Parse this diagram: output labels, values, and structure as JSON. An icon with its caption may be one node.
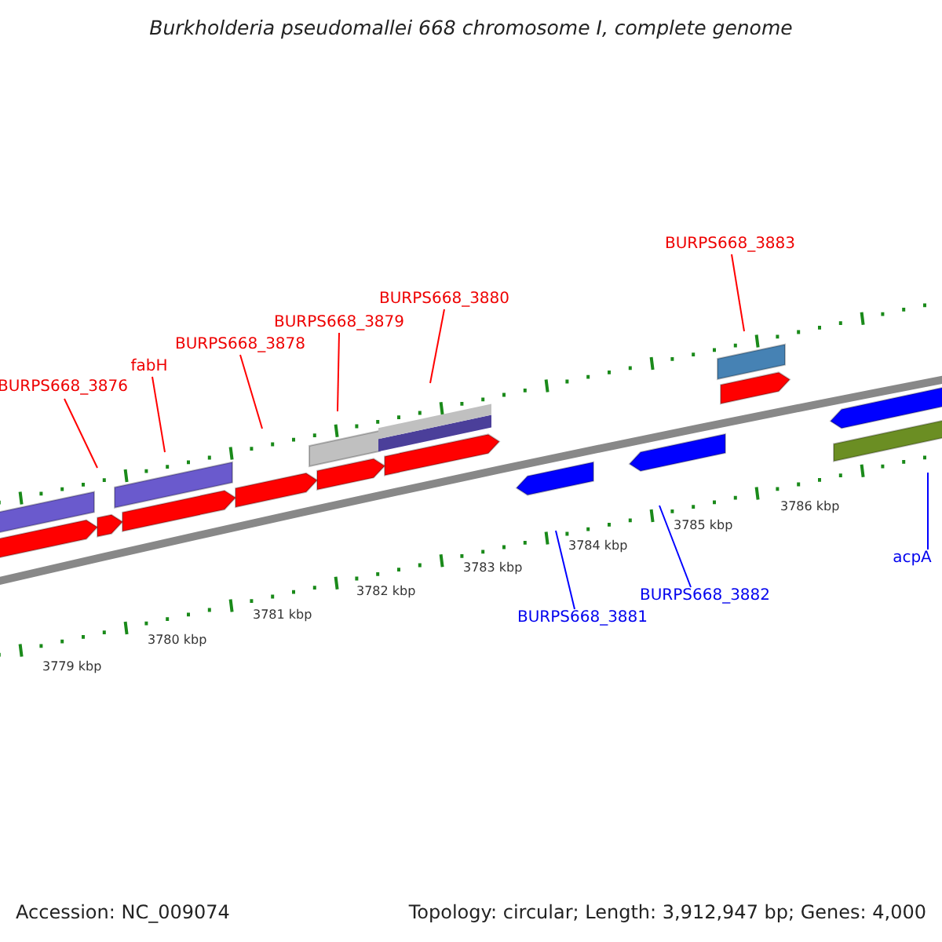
{
  "diagram": {
    "title": "Burkholderia pseudomallei 668 chromosome I, complete genome",
    "nodes": [
      {
        "text": [
          "BURPS668_3876"
        ]
      },
      {
        "text": [
          "fabH"
        ]
      },
      {
        "text": [
          "BURPS668_3878"
        ]
      },
      {
        "text": [
          "BURPS668_3879"
        ]
      },
      {
        "text": [
          "BURPS668_3880"
        ]
      },
      {
        "text": [
          "BURPS668_3883"
        ]
      },
      {
        "text": [
          "BURPS668_3881"
        ]
      },
      {
        "text": [
          "BURPS668_3882"
        ]
      },
      {
        "text": [
          "acpA"
        ]
      }
    ],
    "edges": [
      {
        "from": 0,
        "to": null,
        "arrow": "none"
      },
      {
        "from": 1,
        "to": null,
        "arrow": "none"
      },
      {
        "from": 2,
        "to": null,
        "arrow": "none"
      },
      {
        "from": 3,
        "to": null,
        "arrow": "none"
      },
      {
        "from": 4,
        "to": null,
        "arrow": "none"
      },
      {
        "from": 5,
        "to": null,
        "arrow": "none"
      },
      {
        "from": 6,
        "to": null,
        "arrow": "none",
        "color": "#0000ff"
      },
      {
        "from": 7,
        "to": null,
        "arrow": "none",
        "color": "#0000ff"
      },
      {
        "from": 8,
        "to": null,
        "arrow": "none",
        "color": "#0000ff"
      }
    ],
    "labels": [
      "3779 kbp",
      "3780 kbp",
      "3781 kbp",
      "3782 kbp",
      "3783 kbp",
      "3784 kbp",
      "3785 kbp",
      "3786 kbp",
      "Accession: NC_009074",
      "Topology: circular; Length: 3,912,947 bp; Genes: 4,000"
    ]
  }
}
